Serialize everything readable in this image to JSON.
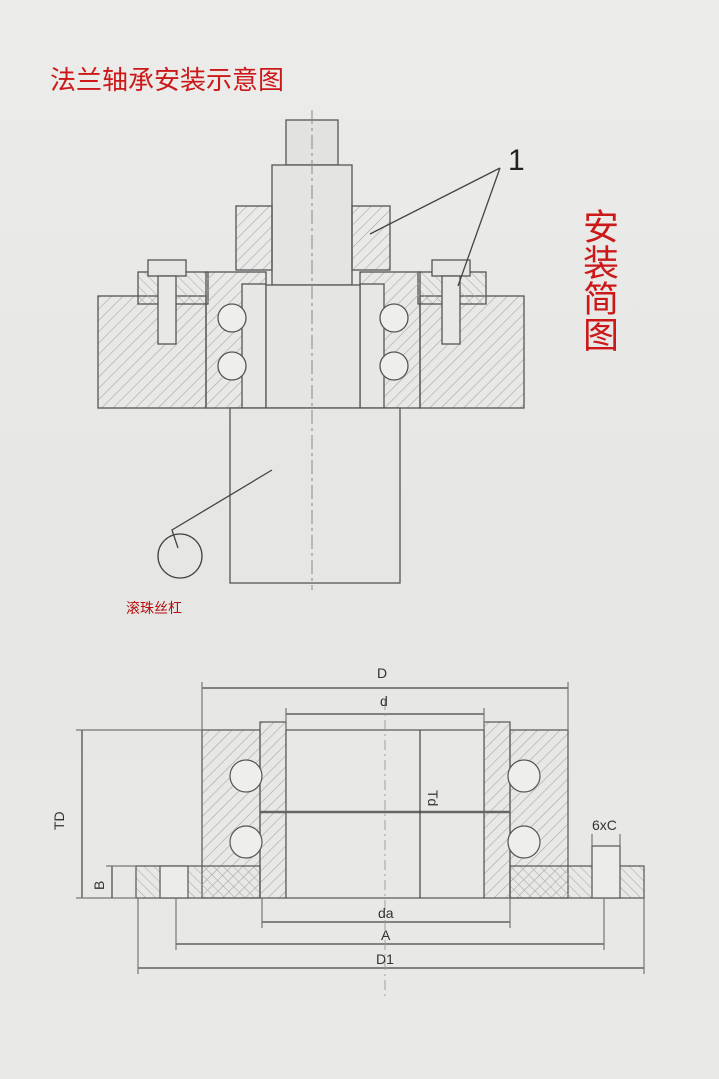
{
  "title": "法兰轴承安装示意图",
  "caption_vertical": "安装简图",
  "callout_number": "1",
  "screw_label": "滚珠丝杠",
  "dimensions": {
    "D": "D",
    "d": "d",
    "Td": "Td",
    "TD": "TD",
    "B": "B",
    "six_c": "6xC",
    "da": "da",
    "A": "A",
    "D1": "D1"
  },
  "colors": {
    "annotation_red": "#cc1818",
    "line": "#555555",
    "hatch": "#9a9a9a"
  }
}
